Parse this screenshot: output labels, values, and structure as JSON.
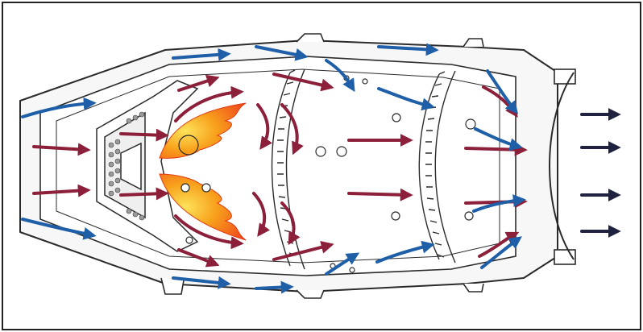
{
  "figure": {
    "kind": "combustion-chamber-airflow-illustration",
    "colors": {
      "border": "#222222",
      "outline": "#2b2b2b",
      "casing_fill": "#f7f7f7",
      "primary_air": "#8c1f3a",
      "cooling_air": "#1f5fa8",
      "exhaust": "#1f2340",
      "flame_outer": "#f04a1c",
      "flame_mid": "#f8a11c",
      "flame_core": "#fde35a"
    },
    "icons": [
      "primary-air-arrow",
      "cooling-air-arrow",
      "exhaust-arrow",
      "flame",
      "swirler",
      "dilution-hole"
    ]
  }
}
